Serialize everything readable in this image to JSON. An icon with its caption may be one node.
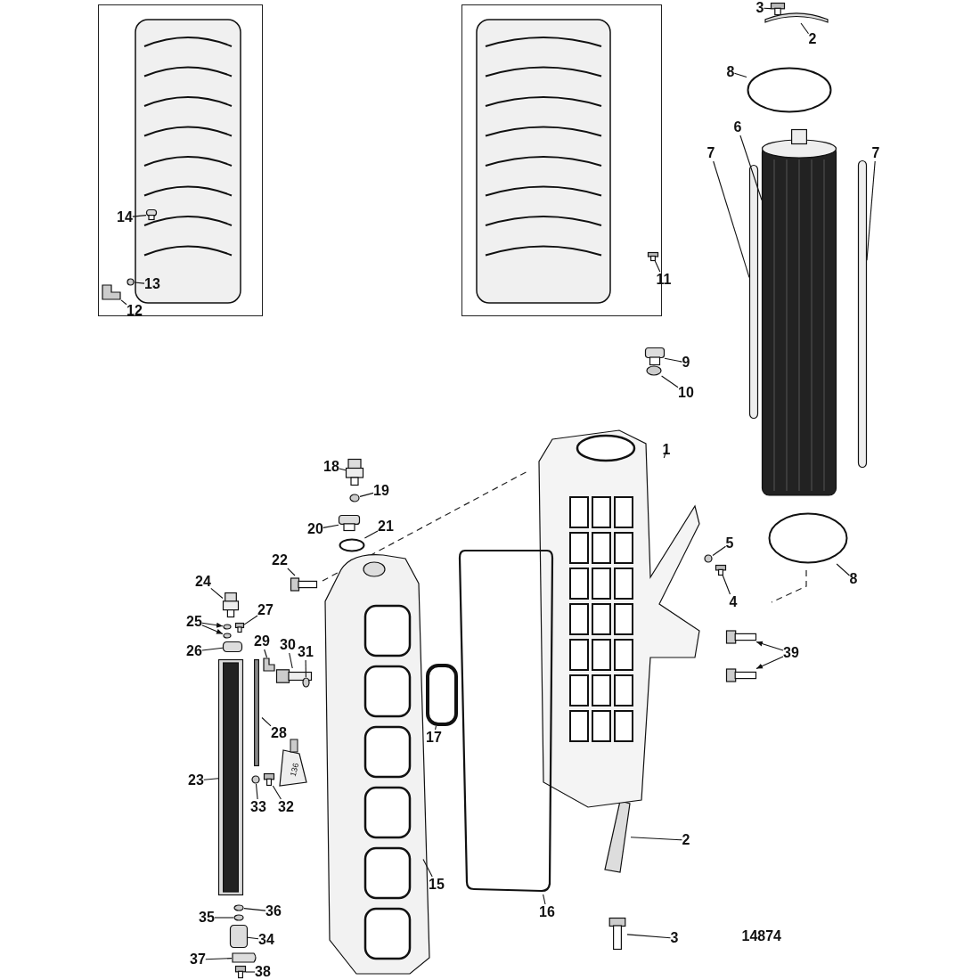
{
  "diagram": {
    "nodes": [
      {
        "text": [],
        "shape": "box"
      },
      {
        "text": [],
        "shape": "box"
      },
      {
        "text": [
          "14"
        ],
        "in": 0
      },
      {
        "text": [],
        "shape": "box",
        "in": 0
      },
      {
        "text": [
          "13"
        ],
        "in": 0
      },
      {
        "text": [],
        "shape": "circle",
        "in": 0
      },
      {
        "text": [
          "12"
        ],
        "in": 0
      },
      {
        "text": [],
        "shape": "box",
        "in": 0
      },
      {
        "text": [
          "11"
        ],
        "in": 1
      },
      {
        "text": [],
        "shape": "box",
        "in": 1
      },
      {
        "text": [
          "3"
        ]
      },
      {
        "text": [],
        "shape": "box"
      },
      {
        "text": [
          "2"
        ]
      },
      {
        "text": [],
        "shape": "bar"
      },
      {
        "text": [
          "8"
        ]
      },
      {
        "text": [],
        "shape": "circle"
      },
      {
        "text": [
          "6"
        ]
      },
      {
        "text": [],
        "shape": "cylinder"
      },
      {
        "text": [
          "7"
        ]
      },
      {
        "text": [],
        "shape": "bar"
      },
      {
        "text": [
          "7"
        ]
      },
      {
        "text": [],
        "shape": "bar"
      },
      {
        "text": [
          "9"
        ]
      },
      {
        "text": [],
        "shape": "box"
      },
      {
        "text": [
          "10"
        ]
      },
      {
        "text": [],
        "shape": "circle"
      },
      {
        "text": [
          "15"
        ]
      },
      {
        "text": [],
        "shape": "picture"
      },
      {
        "text": [
          "5"
        ]
      },
      {
        "text": [],
        "shape": "circle"
      },
      {
        "text": [
          "4"
        ]
      },
      {
        "text": [],
        "shape": "box"
      },
      {
        "text": [
          "8"
        ]
      },
      {
        "text": [],
        "shape": "circle"
      },
      {
        "text": [
          "39"
        ]
      },
      {
        "text": [],
        "shape": "box"
      },
      {
        "text": [],
        "shape": "box"
      },
      {
        "text": [
          "2"
        ]
      },
      {
        "text": [],
        "shape": "bar"
      },
      {
        "text": [
          "3"
        ]
      },
      {
        "text": [],
        "shape": "box"
      },
      {
        "text": [
          "18"
        ]
      },
      {
        "text": [],
        "shape": "box"
      },
      {
        "text": [
          "19"
        ]
      },
      {
        "text": [],
        "shape": "circle"
      },
      {
        "text": [
          "20"
        ]
      },
      {
        "text": [],
        "shape": "box"
      },
      {
        "text": [
          "21"
        ]
      },
      {
        "text": [],
        "shape": "circle"
      },
      {
        "text": [
          "22"
        ]
      },
      {
        "text": [],
        "shape": "box"
      },
      {
        "text": [
          "24"
        ]
      },
      {
        "text": [],
        "shape": "box"
      },
      {
        "text": [
          "25"
        ]
      },
      {
        "text": [],
        "shape": "circle"
      },
      {
        "text": [],
        "shape": "circle"
      },
      {
        "text": [
          "27"
        ]
      },
      {
        "text": [],
        "shape": "box"
      },
      {
        "text": [
          "26"
        ]
      },
      {
        "text": [],
        "shape": "box"
      },
      {
        "text": [
          "29"
        ]
      },
      {
        "text": [],
        "shape": "box"
      },
      {
        "text": [
          "30"
        ]
      },
      {
        "text": [],
        "shape": "box"
      },
      {
        "text": [
          "31"
        ]
      },
      {
        "text": [],
        "shape": "circle"
      },
      {
        "text": [
          "28"
        ]
      },
      {
        "text": [],
        "shape": "bar"
      },
      {
        "text": [
          "23"
        ]
      },
      {
        "text": [],
        "shape": "bar"
      },
      {
        "text": [
          "33"
        ]
      },
      {
        "text": [],
        "shape": "circle"
      },
      {
        "text": [
          "32"
        ]
      },
      {
        "text": [],
        "shape": "box"
      },
      {
        "text": [
          "36"
        ]
      },
      {
        "text": [],
        "shape": "circle"
      },
      {
        "text": [
          "35"
        ]
      },
      {
        "text": [],
        "shape": "circle"
      },
      {
        "text": [
          "34"
        ]
      },
      {
        "text": [],
        "shape": "box"
      },
      {
        "text": [
          "37"
        ]
      },
      {
        "text": [],
        "shape": "box"
      },
      {
        "text": [
          "38"
        ]
      },
      {
        "text": [],
        "shape": "box"
      },
      {
        "text": [
          "1"
        ]
      },
      {
        "text": [],
        "shape": "picture"
      },
      {
        "text": [
          "16"
        ]
      },
      {
        "text": [],
        "shape": "box"
      },
      {
        "text": [
          "17"
        ]
      },
      {
        "text": [],
        "shape": "box"
      }
    ],
    "edges": [
      {
        "from": 2,
        "to": 3,
        "arrow": "none"
      },
      {
        "from": 4,
        "to": 5,
        "arrow": "none"
      },
      {
        "from": 6,
        "to": 7,
        "arrow": "none"
      },
      {
        "from": 8,
        "to": 9,
        "arrow": "none"
      },
      {
        "from": 10,
        "to": 11,
        "arrow": "none"
      },
      {
        "from": 12,
        "to": 13,
        "arrow": "none"
      },
      {
        "from": 14,
        "to": 15,
        "arrow": "none"
      },
      {
        "from": 16,
        "to": 17,
        "arrow": "none"
      },
      {
        "from": 18,
        "to": 19,
        "arrow": "none"
      },
      {
        "from": 20,
        "to": 21,
        "arrow": "none"
      },
      {
        "from": 22,
        "to": 23,
        "arrow": "none"
      },
      {
        "from": 24,
        "to": 25,
        "arrow": "none"
      },
      {
        "from": 26,
        "to": 27,
        "arrow": "none"
      },
      {
        "from": 28,
        "to": 29,
        "arrow": "none"
      },
      {
        "from": 30,
        "to": 31,
        "arrow": "none"
      },
      {
        "from": 32,
        "to": 33,
        "arrow": "none"
      },
      {
        "from": 34,
        "to": 35,
        "arrow": "to"
      },
      {
        "from": 34,
        "to": 36,
        "arrow": "to"
      },
      {
        "from": 37,
        "to": 38,
        "arrow": "none"
      },
      {
        "from": 39,
        "to": 40,
        "arrow": "none"
      },
      {
        "from": 41,
        "to": 42,
        "arrow": "none"
      },
      {
        "from": 43,
        "to": 44,
        "arrow": "none"
      },
      {
        "from": 45,
        "to": 46,
        "arrow": "none"
      },
      {
        "from": 47,
        "to": 48,
        "arrow": "none"
      },
      {
        "from": 49,
        "to": 50,
        "arrow": "none"
      },
      {
        "from": 51,
        "to": 52,
        "arrow": "none"
      },
      {
        "from": 53,
        "to": 54,
        "arrow": "to"
      },
      {
        "from": 53,
        "to": 55,
        "arrow": "to"
      },
      {
        "from": 56,
        "to": 57,
        "arrow": "none"
      },
      {
        "from": 58,
        "to": 59,
        "arrow": "none"
      },
      {
        "from": 60,
        "to": 61,
        "arrow": "none"
      },
      {
        "from": 62,
        "to": 63,
        "arrow": "none"
      },
      {
        "from": 64,
        "to": 65,
        "arrow": "none"
      },
      {
        "from": 66,
        "to": 67,
        "arrow": "none"
      },
      {
        "from": 68,
        "to": 69,
        "arrow": "none"
      },
      {
        "from": 70,
        "to": 71,
        "arrow": "none"
      },
      {
        "from": 72,
        "to": 73,
        "arrow": "none"
      },
      {
        "from": 74,
        "to": 75,
        "arrow": "none"
      },
      {
        "from": 76,
        "to": 77,
        "arrow": "none"
      },
      {
        "from": 78,
        "to": 79,
        "arrow": "none"
      },
      {
        "from": 80,
        "to": 81,
        "arrow": "none"
      },
      {
        "from": 82,
        "to": 83,
        "arrow": "none"
      },
      {
        "from": 84,
        "to": 85,
        "arrow": "none"
      },
      {
        "from": 86,
        "to": 87,
        "arrow": "none"
      },
      {
        "from": 88,
        "to": 89,
        "arrow": "none"
      }
    ],
    "labels": [
      "136",
      "14874"
    ]
  }
}
